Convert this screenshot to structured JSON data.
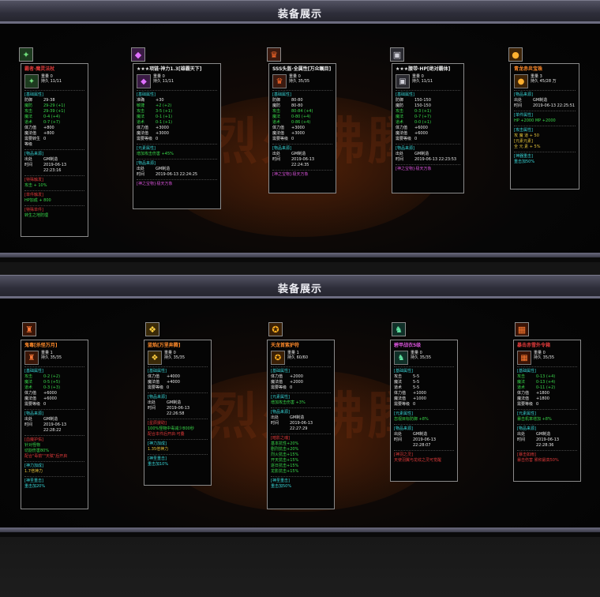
{
  "panels": [
    {
      "title": "装备展示",
      "items": [
        {
          "icon": "green-blade-icon",
          "name": "霸者·魔灵法杖",
          "name_color": "#e03a3a",
          "header": [
            "重量 0",
            "持久 11/11"
          ],
          "sections": [
            {
              "title": "[基础属性]",
              "rows": [
                [
                  "防御",
                  "29-38"
                ],
                [
                  "魔防",
                  "29-29 (+1)"
                ],
                [
                  "攻击",
                  "29-39 (+1)"
                ],
                [
                  "魔法",
                  "0-4 (+4)"
                ],
                [
                  "道术",
                  "0-7 (+7)"
                ],
                [
                  "体力值",
                  "+800"
                ],
                [
                  "魔法值",
                  "+800"
                ],
                [
                  "需要转生等级",
                  "0"
                ]
              ]
            },
            {
              "title": "[物品来源]",
              "rows": [
                [
                  "出处",
                  "GM制造"
                ],
                [
                  "时间",
                  "2019-06-13 22:23:16"
                ]
              ]
            },
            {
              "title": "[特殊触发]",
              "lines": [
                "攻击 + 10%"
              ]
            },
            {
              "title": "[单件触发]",
              "lines": [
                "HP加成 + 800"
              ]
            },
            {
              "title": "[特殊单件]",
              "lines": [
                "转生之地防理"
              ]
            }
          ]
        },
        {
          "icon": "purple-gem-icon",
          "name": "★★★项链·神力1.3[雄霸天下]",
          "name_color": "#e6e6e6",
          "header": [
            "重量 0",
            "持久 11/11"
          ],
          "sections": [
            {
              "title": "[基础属性]",
              "rows": [
                [
                  "准确",
                  "+30"
                ],
                [
                  "敏捷",
                  "+2 (+2)"
                ],
                [
                  "攻击",
                  "3-5 (+1)"
                ],
                [
                  "魔法",
                  "0-1 (+1)"
                ],
                [
                  "道术",
                  "0-1 (+1)"
                ],
                [
                  "体力值",
                  "+3000"
                ],
                [
                  "魔法值",
                  "+3000"
                ],
                [
                  "需要等级",
                  "0"
                ]
              ]
            },
            {
              "title": "[元素属性]",
              "lines": [
                "增加攻击伤害 +45%"
              ]
            },
            {
              "title": "[物品来源]",
              "rows": [
                [
                  "出处",
                  "GM制造"
                ],
                [
                  "时间",
                  "2019-06-13 22:24:25"
                ]
              ]
            },
            {
              "title": "",
              "lines": [
                "[神之宝物]·极天万象"
              ]
            }
          ]
        },
        {
          "icon": "fire-helmet-icon",
          "name": "SSS头盔·全属性[万众瞩目]",
          "name_color": "#e6e6e6",
          "header": [
            "重量 0",
            "持久 35/35"
          ],
          "sections": [
            {
              "title": "[基础属性]",
              "rows": [
                [
                  "防御",
                  "80-80"
                ],
                [
                  "魔防",
                  "80-80"
                ],
                [
                  "攻击",
                  "80-84 (+4)"
                ],
                [
                  "魔法",
                  "0-80 (+4)"
                ],
                [
                  "道术",
                  "0-86 (+4)"
                ],
                [
                  "体力值",
                  "+3000"
                ],
                [
                  "魔法值",
                  "+3000"
                ],
                [
                  "需要等级",
                  "0"
                ]
              ]
            },
            {
              "title": "[物品来源]",
              "rows": [
                [
                  "出处",
                  "GM制造"
                ],
                [
                  "时间",
                  "2019-06-13 22:24:35"
                ]
              ]
            },
            {
              "title": "",
              "lines": [
                "[神之宝物]·极天万象"
              ]
            }
          ]
        },
        {
          "icon": "grey-belt-icon",
          "name": "★★★腰带·HP[绝对霸体]",
          "name_color": "#e6e6e6",
          "header": [
            "重量 0",
            "持久 11/11"
          ],
          "sections": [
            {
              "title": "[基础属性]",
              "rows": [
                [
                  "防御",
                  "150-150"
                ],
                [
                  "魔防",
                  "150-150"
                ],
                [
                  "攻击",
                  "0-3 (+1)"
                ],
                [
                  "魔法",
                  "0-7 (+7)"
                ],
                [
                  "道术",
                  "0-0 (+1)"
                ],
                [
                  "体力值",
                  "+6000"
                ],
                [
                  "魔法值",
                  "+6000"
                ],
                [
                  "需要等级",
                  "0"
                ]
              ]
            },
            {
              "title": "[物品来源]",
              "rows": [
                [
                  "出处",
                  "GM制造"
                ],
                [
                  "时间",
                  "2019-06-13 22:23:53"
                ]
              ]
            },
            {
              "title": "",
              "lines": [
                "[神之宝物]·极天万象"
              ]
            }
          ]
        },
        {
          "icon": "gold-orb-icon",
          "name": "青龙赤炎宝珠",
          "name_color": "#ff8a2a",
          "header": [
            "重量 3",
            "持久 45/28 万"
          ],
          "sections": [
            {
              "title": "[物品来源]",
              "rows": [
                [
                  "出处",
                  "GM制造"
                ],
                [
                  "时间",
                  "2019-06-13 22:25:51"
                ]
              ]
            },
            {
              "title": "[单件属性]",
              "lines": [
                "HP   +2000   MP   +2000"
              ]
            },
            {
              "title": "[攻击属性]",
              "lines": [
                "攻 魔 道  + 50",
                "[元素元素]",
                "全 元 素 + 5%"
              ]
            },
            {
              "title": "[神器重击]",
              "lines": [
                "重击加50%"
              ]
            }
          ]
        }
      ]
    },
    {
      "title": "装备展示",
      "items": [
        {
          "icon": "demon-armor-icon",
          "name": "鬼毒[杀怪万月]",
          "name_color": "#ff8a2a",
          "header": [
            "重量 1",
            "持久 35/35"
          ],
          "sections": [
            {
              "title": "[基础属性]",
              "rows": [
                [
                  "攻击",
                  "0-2 (+2)"
                ],
                [
                  "魔法",
                  "0-5 (+5)"
                ],
                [
                  "道术",
                  "0-3 (+3)"
                ],
                [
                  "体力值",
                  "+6000"
                ],
                [
                  "魔法值",
                  "+6000"
                ],
                [
                  "需要等级",
                  "0"
                ]
              ]
            },
            {
              "title": "[物品来源]",
              "rows": [
                [
                  "出处",
                  "GM制造"
                ],
                [
                  "时间",
                  "2019-06-13 22:28:22"
                ]
              ]
            },
            {
              "title": "[血魔护佑]",
              "lines": [
                "针对怪物",
                "切割伤害80%",
                "配合\"毒箭\"\"天赋\"后开启"
              ]
            },
            {
              "title": "[神力加成]",
              "lines": [
                "1.7倍神力"
              ]
            },
            {
              "title": "[神圣重击]",
              "lines": [
                "重击加20%"
              ]
            }
          ]
        },
        {
          "icon": "gold-wing-icon",
          "name": "蓝焰[万里奔腾]",
          "name_color": "#ff8a2a",
          "header": [
            "重量 0",
            "持久 35/35"
          ],
          "sections": [
            {
              "title": "[基础属性]",
              "rows": [
                [
                  "体力值",
                  "+4000"
                ],
                [
                  "魔法值",
                  "+4000"
                ],
                [
                  "需要等级",
                  "0"
                ]
              ]
            },
            {
              "title": "[物品来源]",
              "rows": [
                [
                  "出处",
                  "GM制造"
                ],
                [
                  "时间",
                  "2019-06-13 22:26:58"
                ]
              ]
            },
            {
              "title": "[星辰援助]",
              "lines": [
                "100%怪物中毒减少800秒",
                "配合本件后开启·可叠"
              ]
            },
            {
              "title": "[神力加成]",
              "lines": [
                "1.35倍神力"
              ]
            },
            {
              "title": "[神圣重击]",
              "lines": [
                "重击加10%"
              ]
            }
          ]
        },
        {
          "icon": "dragon-ring-icon",
          "name": "天龙首紫护符",
          "name_color": "#ff8a2a",
          "header": [
            "重量 1",
            "持久 60/60"
          ],
          "sections": [
            {
              "title": "[基础属性]",
              "rows": [
                [
                  "体力值",
                  "+2000"
                ],
                [
                  "魔法值",
                  "+2000"
                ],
                [
                  "需要等级",
                  "0"
                ]
              ]
            },
            {
              "title": "[元素属性]",
              "lines": [
                "增加攻击伤害 +3%"
              ]
            },
            {
              "title": "[物品来源]",
              "rows": [
                [
                  "出处",
                  "GM制造"
                ],
                [
                  "时间",
                  "2019-06-13 22:27:29"
                ]
              ]
            },
            {
              "title": "[暗影之魂]",
              "lines": [
                "基本抗性+20%",
                "剧烈抗击+20%",
                "烈火抗击+15%",
                "开天抗击+15%",
                "逐日抗击+15%",
                "龙影抗击+15%"
              ]
            },
            {
              "title": "[神圣重击]",
              "lines": [
                "重击加50%"
              ]
            }
          ]
        },
        {
          "icon": "jade-armor-icon",
          "name": "碧甲战衣5级",
          "name_color": "#d652d8",
          "header": [
            "重量 0",
            "持久 35/35"
          ],
          "sections": [
            {
              "title": "[基础属性]",
              "rows": [
                [
                  "攻击",
                  "5-5"
                ],
                [
                  "魔法",
                  "5-5"
                ],
                [
                  "道术",
                  "5-5"
                ],
                [
                  "体力值",
                  "+1000"
                ],
                [
                  "魔法值",
                  "+1000"
                ],
                [
                  "需要等级",
                  "0"
                ]
              ]
            },
            {
              "title": "[元素属性]",
              "lines": [
                "忽视目标防御 +8%"
              ]
            },
            {
              "title": "[物品来源]",
              "rows": [
                [
                  "出处",
                  "GM制造"
                ],
                [
                  "时间",
                  "2019-06-13 22:28:07"
                ]
              ]
            },
            {
              "title": "[神羽之灵]",
              "lines": [
                "天使羽翼与龙纹之灵可觉醒"
              ]
            }
          ]
        },
        {
          "icon": "crimson-chest-icon",
          "name": "暴击赤雪外令箱",
          "name_color": "#e03a3a",
          "header": [
            "重量 0",
            "持久 35/35"
          ],
          "sections": [
            {
              "title": "[基础属性]",
              "rows": [
                [
                  "攻击",
                  "0-13 (+4)"
                ],
                [
                  "魔法",
                  "0-13 (+4)"
                ],
                [
                  "道术",
                  "0-11 (+2)"
                ],
                [
                  "体力值",
                  "+1800"
                ],
                [
                  "魔法值",
                  "+1800"
                ],
                [
                  "需要等级",
                  "0"
                ]
              ]
            },
            {
              "title": "[元素属性]",
              "lines": [
                "暴击机率增加 +8%"
              ]
            },
            {
              "title": "[物品来源]",
              "rows": [
                [
                  "出处",
                  "GM制造"
                ],
                [
                  "时间",
                  "2019-06-13 22:28:36"
                ]
              ]
            },
            {
              "title": "[暴击如雨]",
              "lines": [
                "暴击伤害 累积最高50%"
              ]
            }
          ]
        }
      ]
    }
  ],
  "watermark": "烈火沸腾"
}
